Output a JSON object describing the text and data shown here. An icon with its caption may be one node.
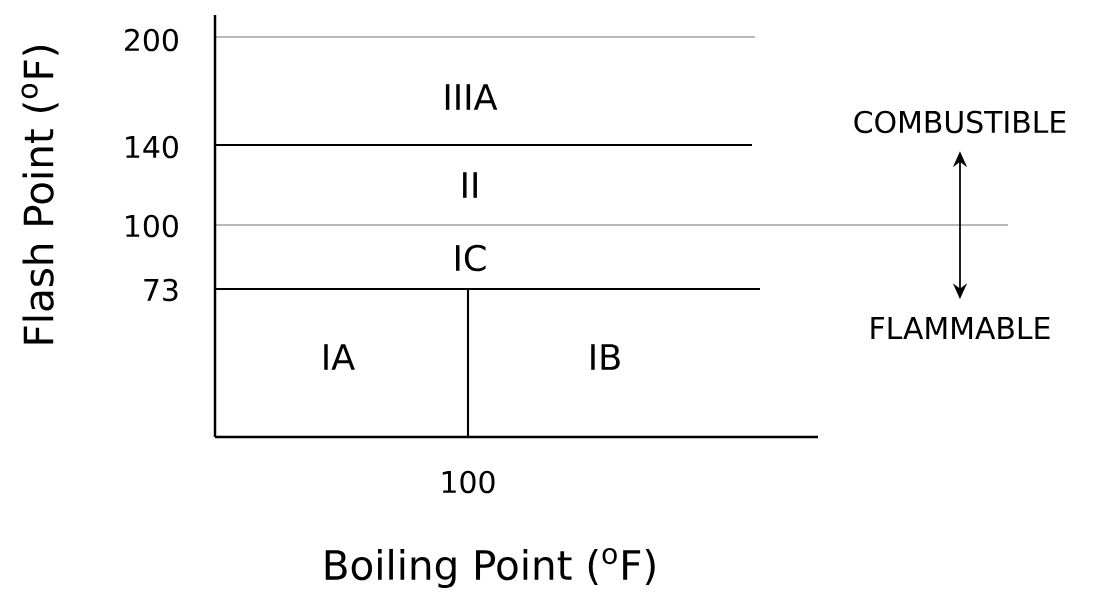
{
  "diagram": {
    "nodes": [
      {
        "text": [
          "COMBUSTIBLE"
        ]
      },
      {
        "text": [
          "FLAMMABLE"
        ]
      }
    ],
    "edges": [
      {
        "from": 0,
        "to": 1,
        "arrow": "both"
      }
    ],
    "labels": [
      "Flash Point ($^{o}$F)",
      "200",
      "IIIA",
      "140",
      "II",
      "100",
      "IC",
      "73",
      "IA",
      "IB",
      "100",
      "Boiling Point ($^{o}$F)"
    ]
  }
}
